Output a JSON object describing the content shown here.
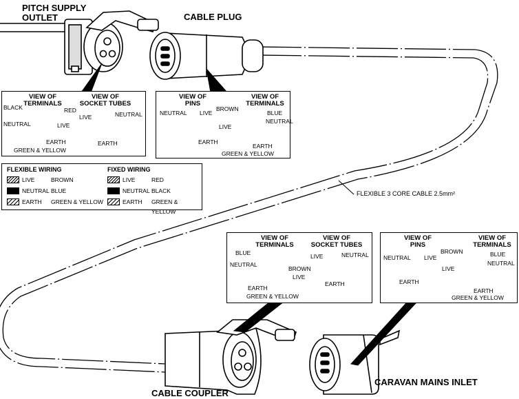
{
  "labels": {
    "pitch_supply_outlet": "PITCH SUPPLY\nOUTLET",
    "cable_plug": "CABLE PLUG",
    "cable_coupler": "CABLE COUPLER",
    "caravan_mains_inlet": "CARAVAN MAINS INLET",
    "flexible_cable": "FLEXIBLE 3 CORE CABLE 2.5mm²"
  },
  "panel_outlet": {
    "view_terminals": "VIEW OF\nTERMINALS",
    "view_socket_tubes": "VIEW OF\nSOCKET TUBES",
    "black": "BLACK",
    "red": "RED",
    "neutral": "NEUTRAL",
    "live": "LIVE",
    "earth": "EARTH",
    "green_yellow": "GREEN & YELLOW",
    "tube_live": "LIVE",
    "tube_neutral": "NEUTRAL",
    "tube_earth": "EARTH"
  },
  "panel_plug": {
    "view_pins": "VIEW OF\nPINS",
    "view_terminals": "VIEW OF\nTERMINALS",
    "pin_neutral": "NEUTRAL",
    "pin_live": "LIVE",
    "pin_earth": "EARTH",
    "brown": "BROWN",
    "blue": "BLUE",
    "live": "LIVE",
    "neutral": "NEUTRAL",
    "earth": "EARTH",
    "green_yellow": "GREEN & YELLOW"
  },
  "panel_coupler": {
    "view_terminals": "VIEW OF\nTERMINALS",
    "view_socket_tubes": "VIEW OF\nSOCKET TUBES",
    "blue": "BLUE",
    "neutral": "NEUTRAL",
    "brown": "BROWN",
    "live": "LIVE",
    "earth": "EARTH",
    "green_yellow": "GREEN & YELLOW",
    "tube_live": "LIVE",
    "tube_neutral": "NEUTRAL",
    "tube_earth": "EARTH"
  },
  "panel_inlet": {
    "view_pins": "VIEW OF\nPINS",
    "view_terminals": "VIEW OF\nTERMINALS",
    "pin_neutral": "NEUTRAL",
    "pin_live": "LIVE",
    "pin_earth": "EARTH",
    "brown": "BROWN",
    "live": "LIVE",
    "blue": "BLUE",
    "neutral": "NEUTRAL",
    "earth": "EARTH",
    "green_yellow": "GREEN & YELLOW"
  },
  "legend": {
    "flexible_title": "FLEXIBLE WIRING",
    "fixed_title": "FIXED WIRING",
    "flexible": [
      {
        "role": "LIVE",
        "colour": "BROWN"
      },
      {
        "role": "NEUTRAL",
        "colour": "BLUE"
      },
      {
        "role": "EARTH",
        "colour": "GREEN & YELLOW"
      }
    ],
    "fixed": [
      {
        "role": "LIVE",
        "colour": "RED"
      },
      {
        "role": "NEUTRAL",
        "colour": "BLACK"
      },
      {
        "role": "EARTH",
        "colour": "GREEN & YELLOW"
      }
    ]
  }
}
